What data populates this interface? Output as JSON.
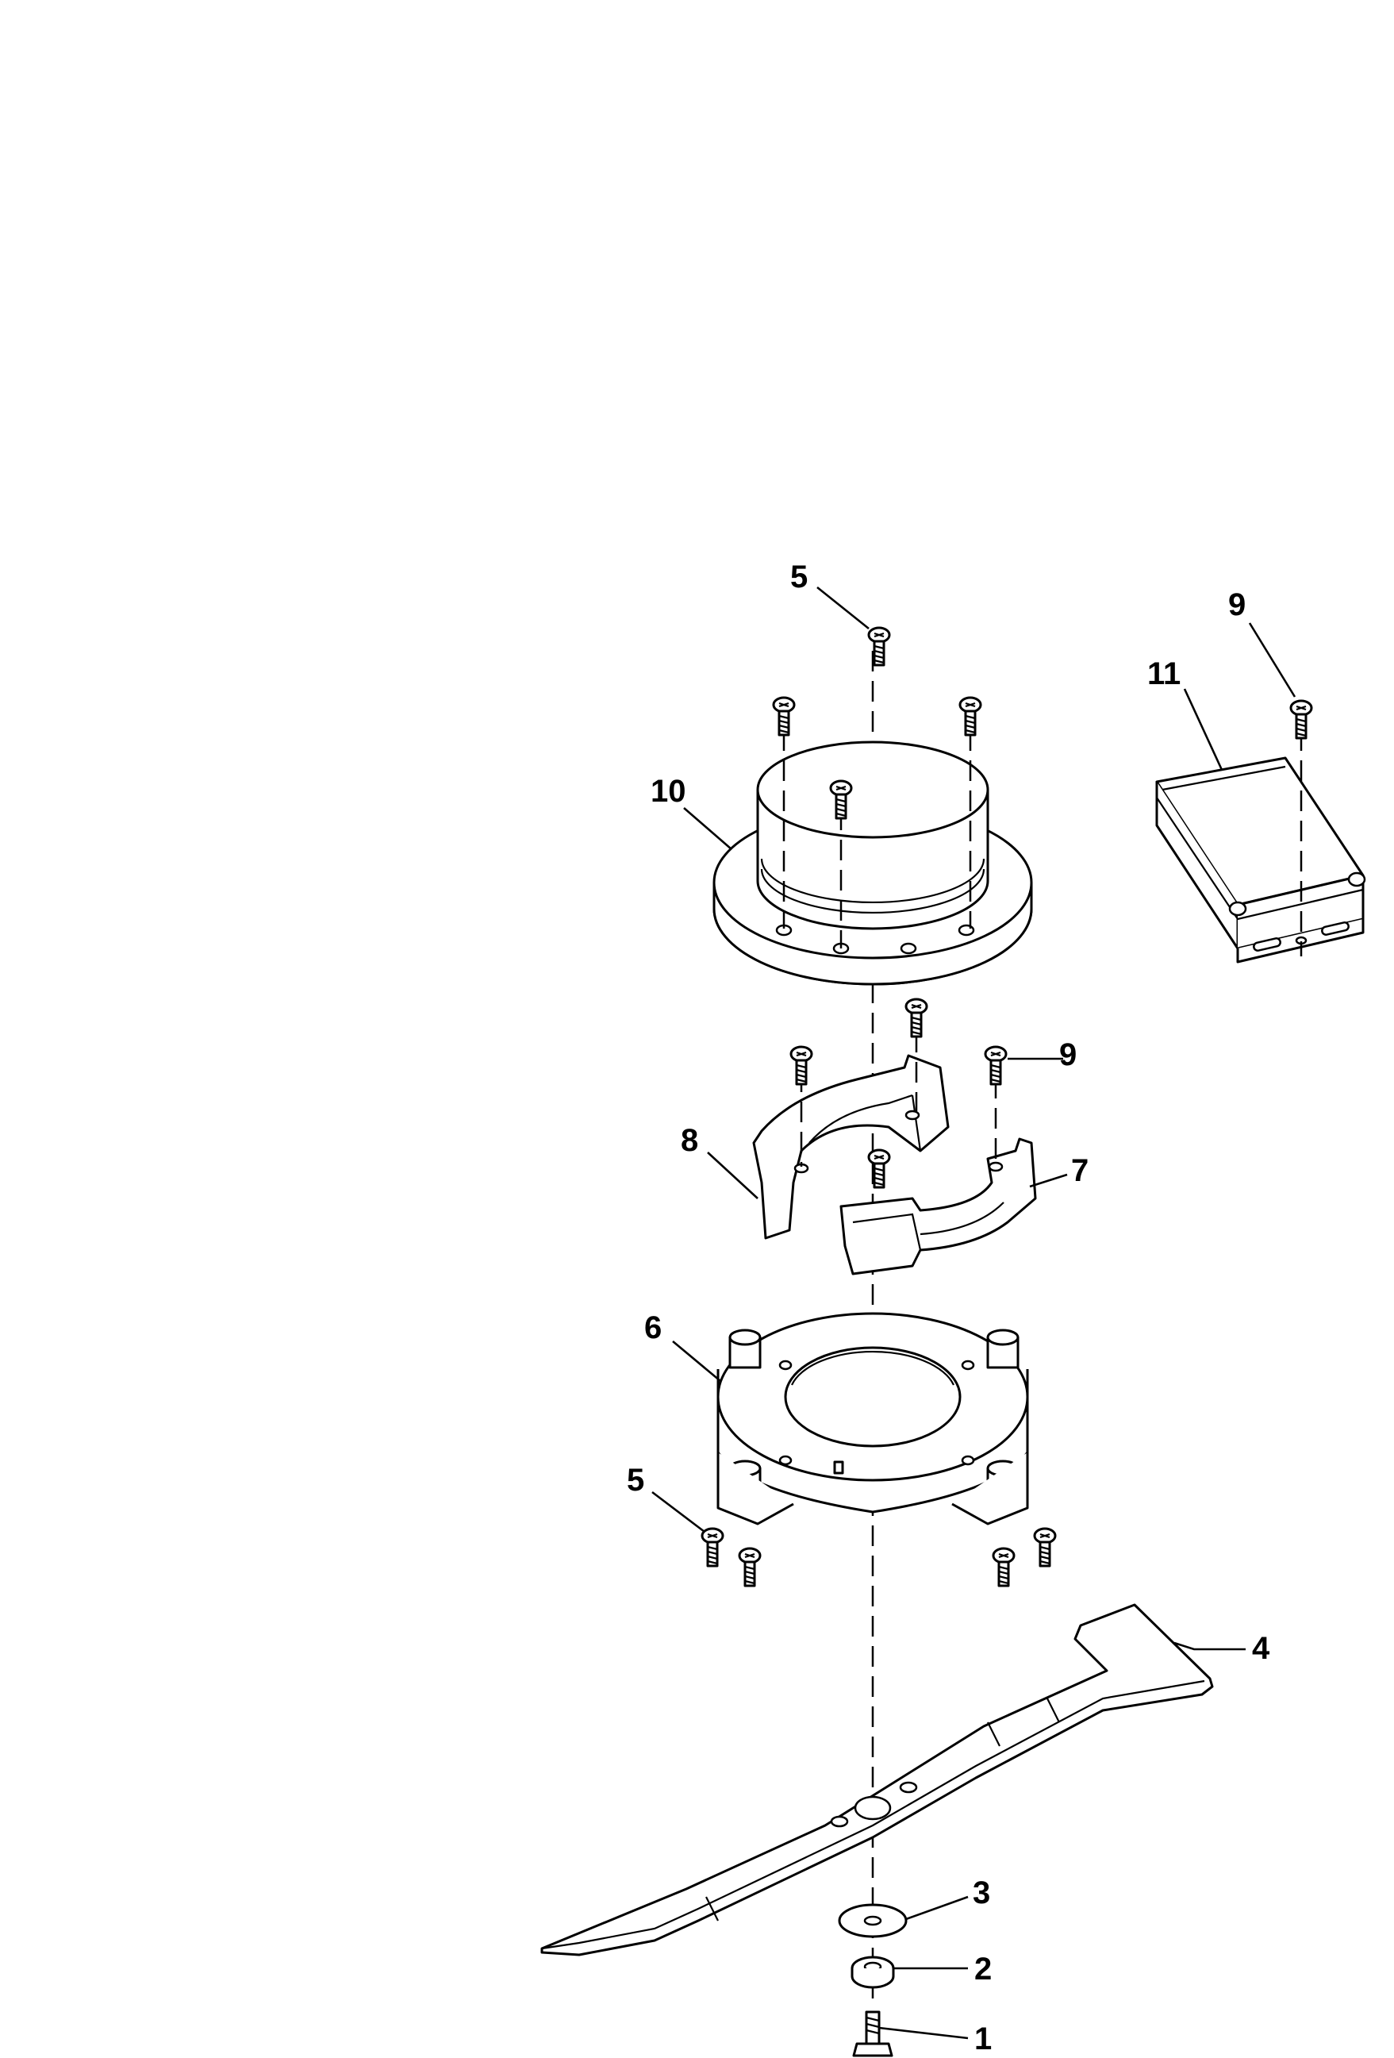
{
  "callouts": {
    "c1": "1",
    "c2": "2",
    "c3": "3",
    "c4": "4",
    "c5_top": "5",
    "c5_lower": "5",
    "c6": "6",
    "c7": "7",
    "c8": "8",
    "c9_top": "9",
    "c9_mid": "9",
    "c10": "10",
    "c11": "11"
  },
  "parts": [
    {
      "callout": "1",
      "depiction": "hex-bolt"
    },
    {
      "callout": "2",
      "depiction": "spring-washer"
    },
    {
      "callout": "3",
      "depiction": "flat-washer"
    },
    {
      "callout": "4",
      "depiction": "blade"
    },
    {
      "callout": "5",
      "depiction": "screw"
    },
    {
      "callout": "6",
      "depiction": "blade-boss-ring"
    },
    {
      "callout": "7",
      "depiction": "half-ring-clamp"
    },
    {
      "callout": "8",
      "depiction": "half-ring-clamp"
    },
    {
      "callout": "9",
      "depiction": "screw"
    },
    {
      "callout": "10",
      "depiction": "motor-housing"
    },
    {
      "callout": "11",
      "depiction": "control-box"
    }
  ]
}
